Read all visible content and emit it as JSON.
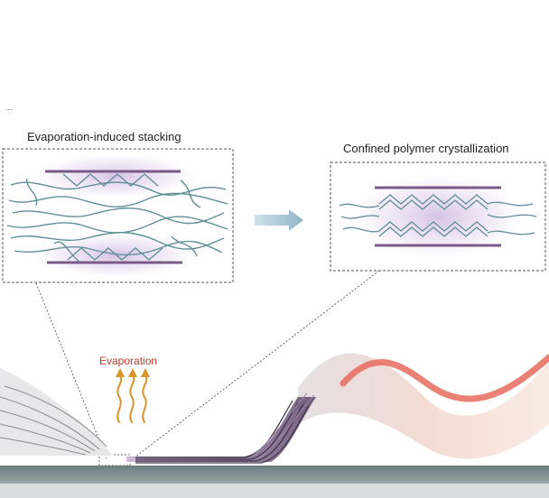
{
  "fragment_text": "...",
  "labels": {
    "left_panel": "Evaporation-induced stacking",
    "right_panel": "Confined polymer crystallization",
    "evaporation": "Evaporation"
  },
  "colors": {
    "chain": "#5f8f99",
    "sheet": "#7a5a86",
    "glow": "#b48fcf",
    "heat": "#d8932a",
    "evap_text": "#c0392b",
    "ribbon": "#e86a5c",
    "arrow": "#a9c7d6",
    "substrate": "#5a6b6e"
  },
  "icons": {
    "arrow": "right-arrow-icon",
    "heat": "heat-wave-icon"
  }
}
